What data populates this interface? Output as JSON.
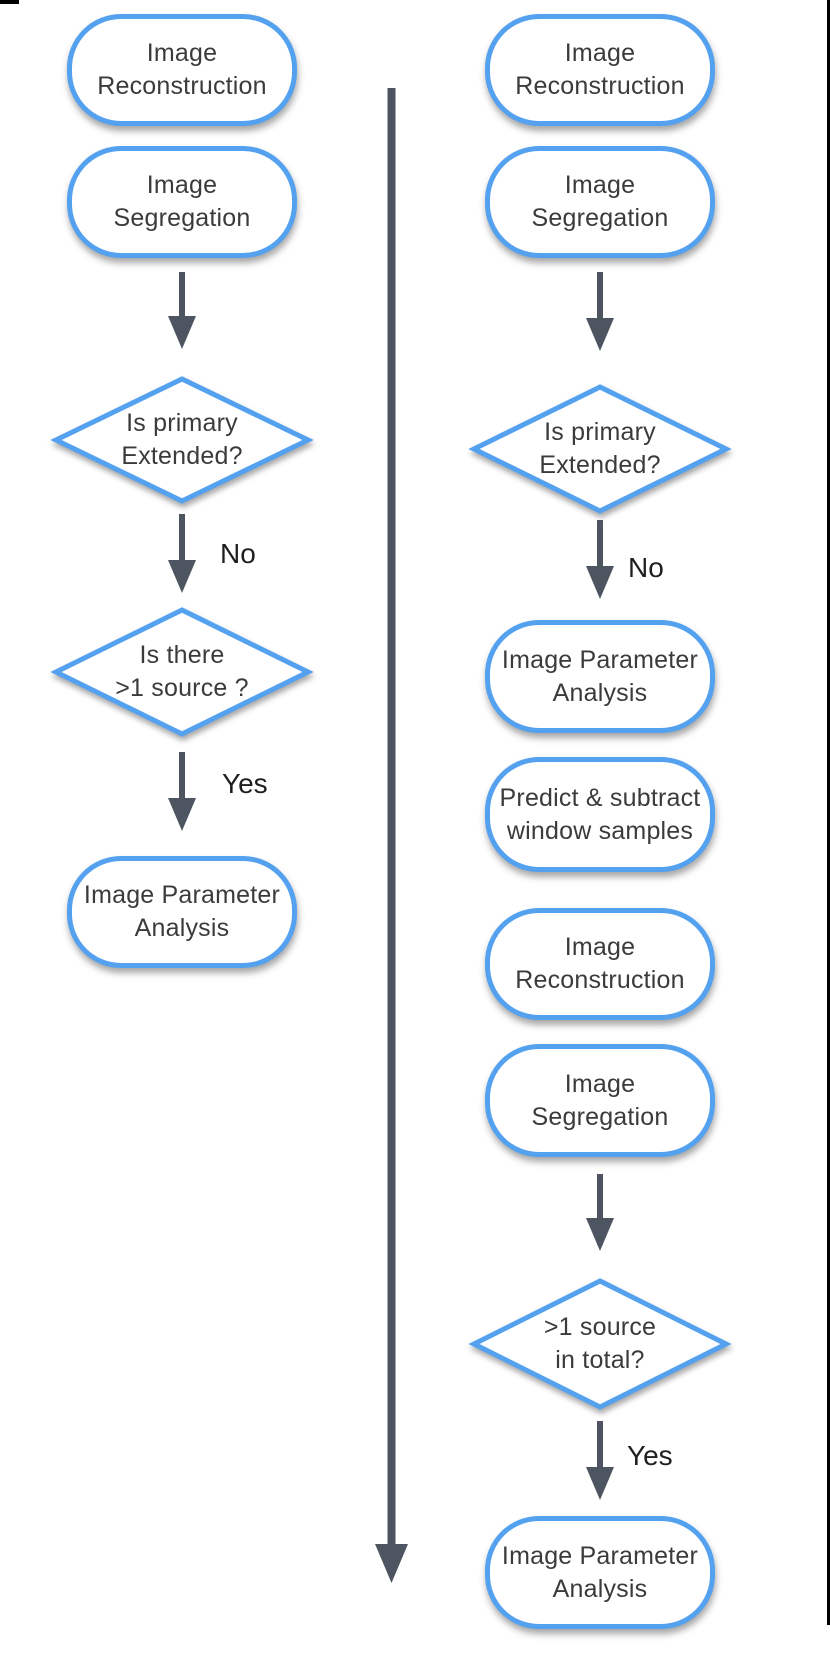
{
  "diagram": {
    "type": "flowchart",
    "colors": {
      "node_border": "#54a1f0",
      "node_fill": "#ffffff",
      "arrow": "#4d5560",
      "text": "#3b3b3b",
      "frame": "#000000"
    },
    "left_column": {
      "nodes": [
        {
          "shape": "stadium",
          "label": "Image\nReconstruction"
        },
        {
          "shape": "stadium",
          "label": "Image\nSegregation"
        },
        {
          "shape": "diamond",
          "label": "Is primary\nExtended?"
        },
        {
          "shape": "diamond",
          "label": "Is there\n>1 source ?"
        },
        {
          "shape": "stadium",
          "label": "Image Parameter\nAnalysis"
        }
      ],
      "edge_labels": [
        "No",
        "Yes"
      ]
    },
    "right_column": {
      "nodes": [
        {
          "shape": "stadium",
          "label": "Image\nReconstruction"
        },
        {
          "shape": "stadium",
          "label": "Image\nSegregation"
        },
        {
          "shape": "diamond",
          "label": "Is primary\nExtended?"
        },
        {
          "shape": "stadium",
          "label": "Image Parameter\nAnalysis"
        },
        {
          "shape": "stadium",
          "label": "Predict & subtract\nwindow samples"
        },
        {
          "shape": "stadium",
          "label": "Image\nReconstruction"
        },
        {
          "shape": "stadium",
          "label": "Image\nSegregation"
        },
        {
          "shape": "diamond",
          "label": ">1 source\nin total?"
        },
        {
          "shape": "stadium",
          "label": "Image Parameter\nAnalysis"
        }
      ],
      "edge_labels": [
        "No",
        "Yes"
      ]
    }
  }
}
